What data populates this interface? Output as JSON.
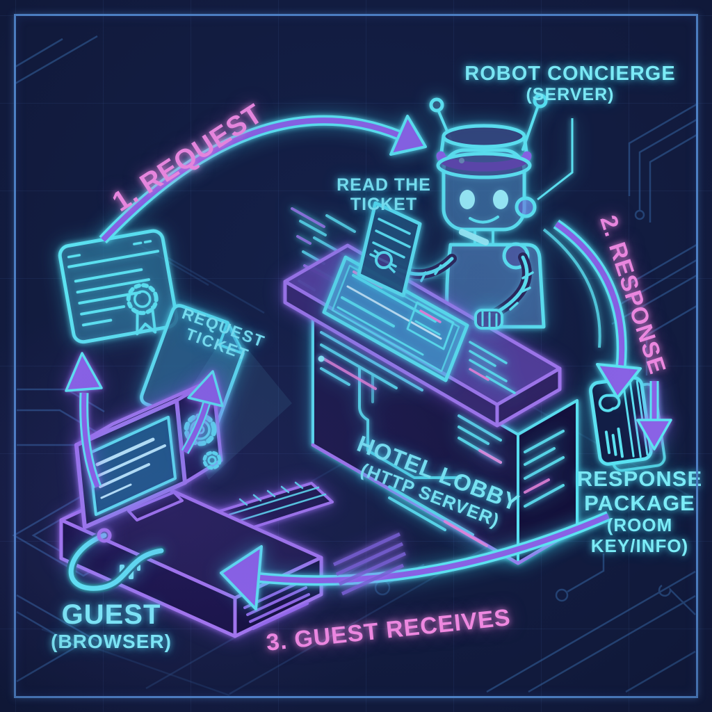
{
  "colors": {
    "background": "#111a3c",
    "grid": "#5a82c8",
    "frame": "#4d80c4",
    "neon_cyan": "#5ee9f5",
    "neon_purple": "#9a6cf0",
    "neon_pink": "#f48ae2",
    "label_cyan": "#7deef8",
    "circuit_blue": "#35639f"
  },
  "labels": {
    "step1": "1. REQUEST",
    "step2": "2. RESPONSE",
    "step3": "3. GUEST RECEIVES",
    "robot": {
      "title": "ROBOT CONCIERGE",
      "subtitle": "(SERVER)"
    },
    "read_ticket": {
      "line1": "READ THE",
      "line2": "TICKET"
    },
    "request_ticket": {
      "line1": "REQUEST",
      "line2": "TICKET"
    },
    "hotel_lobby": {
      "line1": "HOTEL LOBBY",
      "line2": "(HTTP SERVER)"
    },
    "guest": {
      "title": "GUEST",
      "subtitle": "(BROWSER)"
    },
    "response_package": {
      "line1": "RESPONSE",
      "line2": "PACKAGE",
      "line3": "(ROOM",
      "line4": "KEY/INFO)"
    }
  },
  "icons": {
    "certificate": "certificate-document-icon",
    "request_ticket_document": "request-ticket-document-icon",
    "robot_concierge": "robot-concierge-icon",
    "front_desk": "hotel-lobby-desk-icon",
    "guest_computer": "guest-computer-icon",
    "room_key_card": "room-key-card-icon",
    "arrows": [
      "request-arc-arrow",
      "response-arc-arrow",
      "receive-arc-arrow",
      "certificate-up-arrow",
      "ticket-up-arrow",
      "response-down-arrow"
    ]
  }
}
